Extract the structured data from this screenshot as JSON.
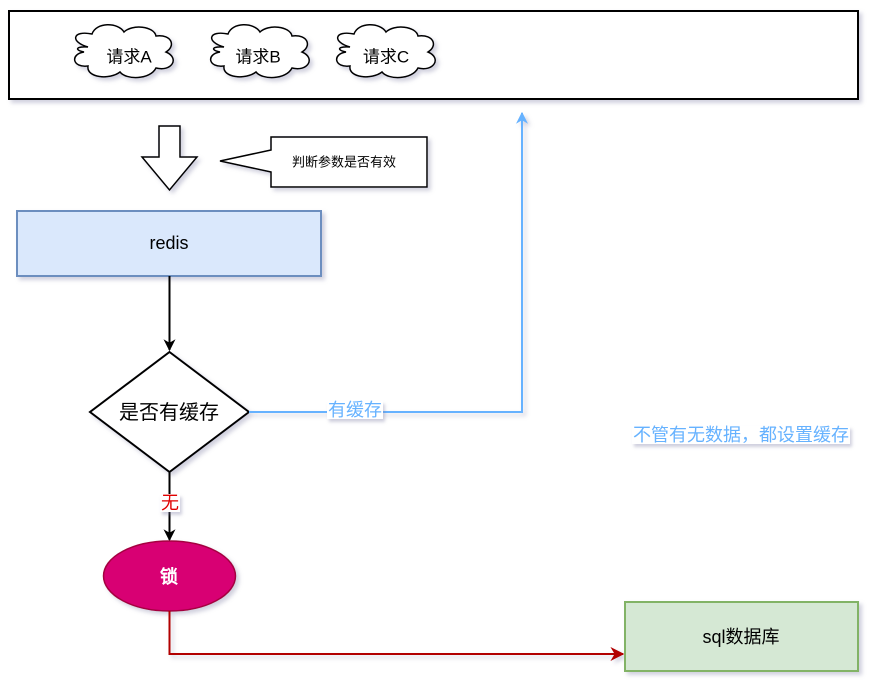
{
  "diagram": {
    "requests_container": {
      "clouds": [
        {
          "label": "请求A"
        },
        {
          "label": "请求B"
        },
        {
          "label": "请求C"
        }
      ]
    },
    "callout": {
      "label": "判断参数是否有效"
    },
    "redis": {
      "label": "redis"
    },
    "decision": {
      "label": "是否有缓存"
    },
    "lock": {
      "label": "锁"
    },
    "database": {
      "label": "sql数据库"
    },
    "edges": {
      "has_cache": {
        "label": "有缓存"
      },
      "no_cache": {
        "label": "无"
      },
      "set_cache": {
        "label": "不管有无数据，都设置缓存"
      }
    },
    "colors": {
      "redis_fill": "#dae8fc",
      "redis_stroke": "#6c8ebf",
      "db_fill": "#d5e8d4",
      "db_stroke": "#82b366",
      "lock_fill": "#d80073",
      "lock_stroke": "#a50040",
      "blue_edge": "#66b2ff",
      "red_edge": "#b20000",
      "no_label": "#e00000"
    }
  }
}
